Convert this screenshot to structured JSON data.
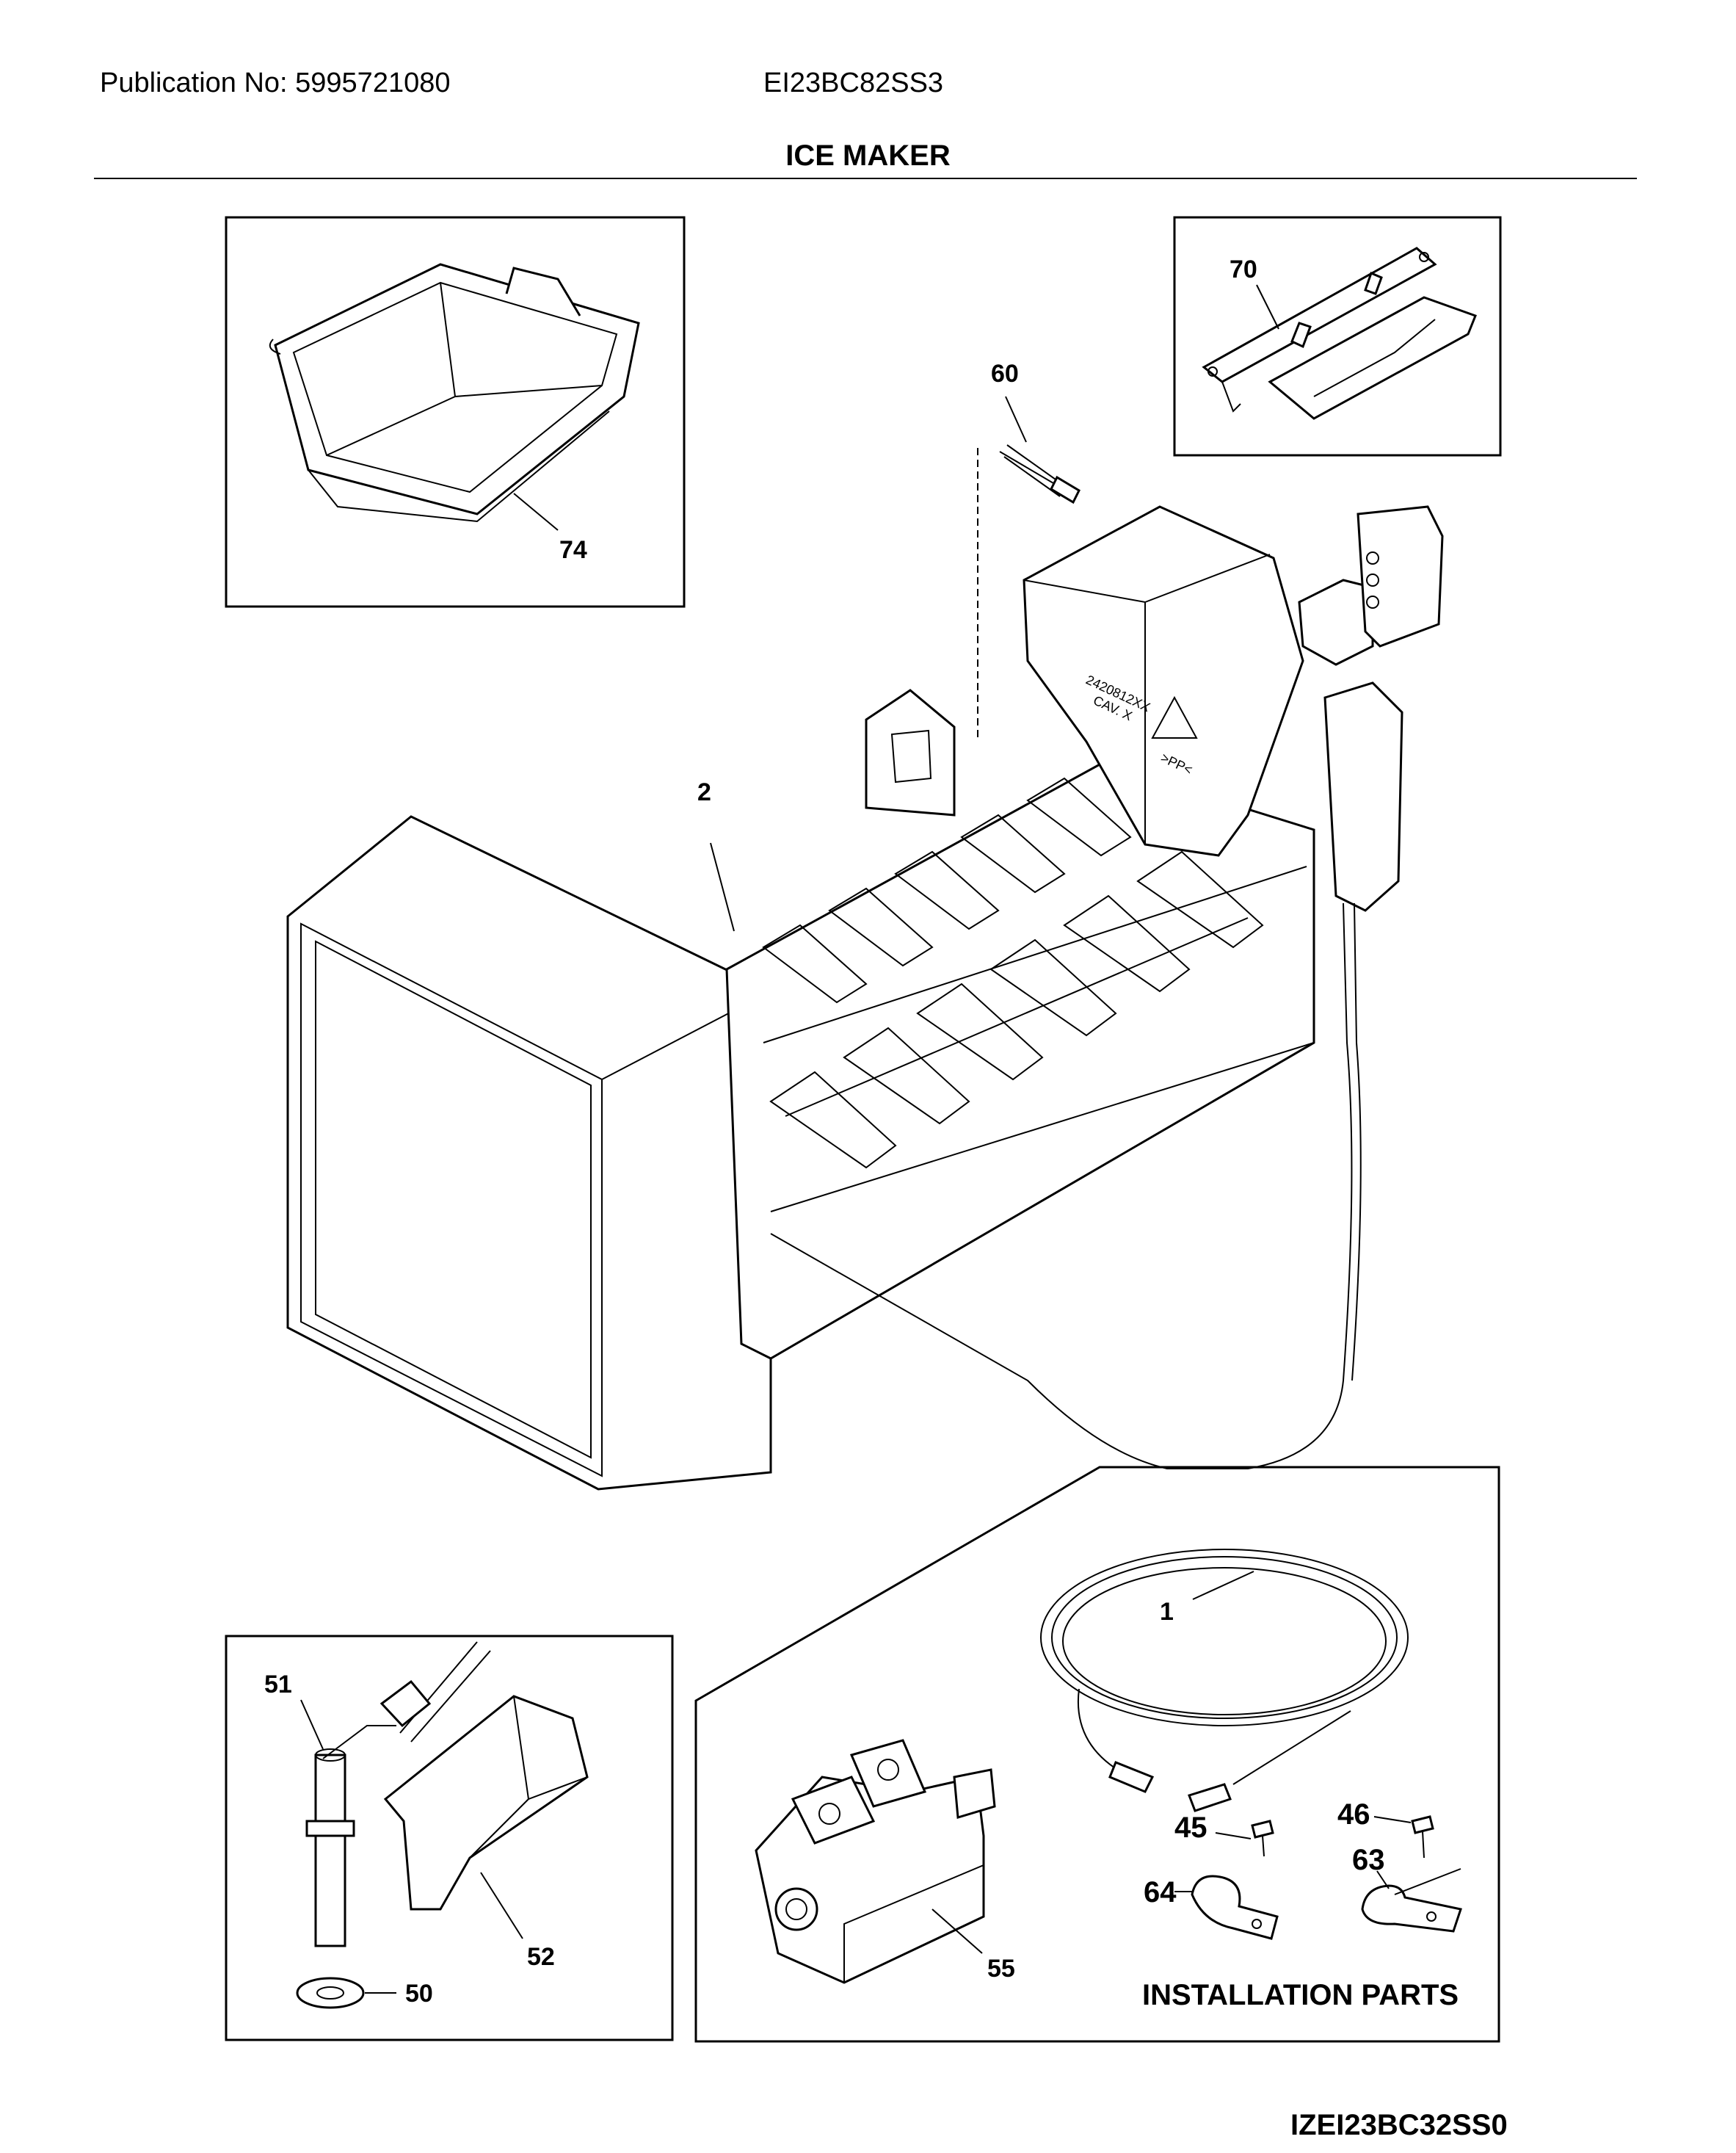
{
  "header": {
    "publication": "Publication No: 5995721080",
    "model": "EI23BC82SS3",
    "title": "ICE MAKER"
  },
  "callouts": {
    "c1": "1",
    "c2": "2",
    "c45": "45",
    "c46": "46",
    "c50": "50",
    "c51": "51",
    "c52": "52",
    "c55": "55",
    "c60": "60",
    "c63": "63",
    "c64": "64",
    "c70": "70",
    "c74": "74"
  },
  "installation_label": "INSTALLATION PARTS",
  "footer_code": "IZEI23BC32SS0",
  "mold_text": {
    "line1": "2420812XX",
    "line2": "CAV. X",
    "recycle": ">PP<"
  }
}
